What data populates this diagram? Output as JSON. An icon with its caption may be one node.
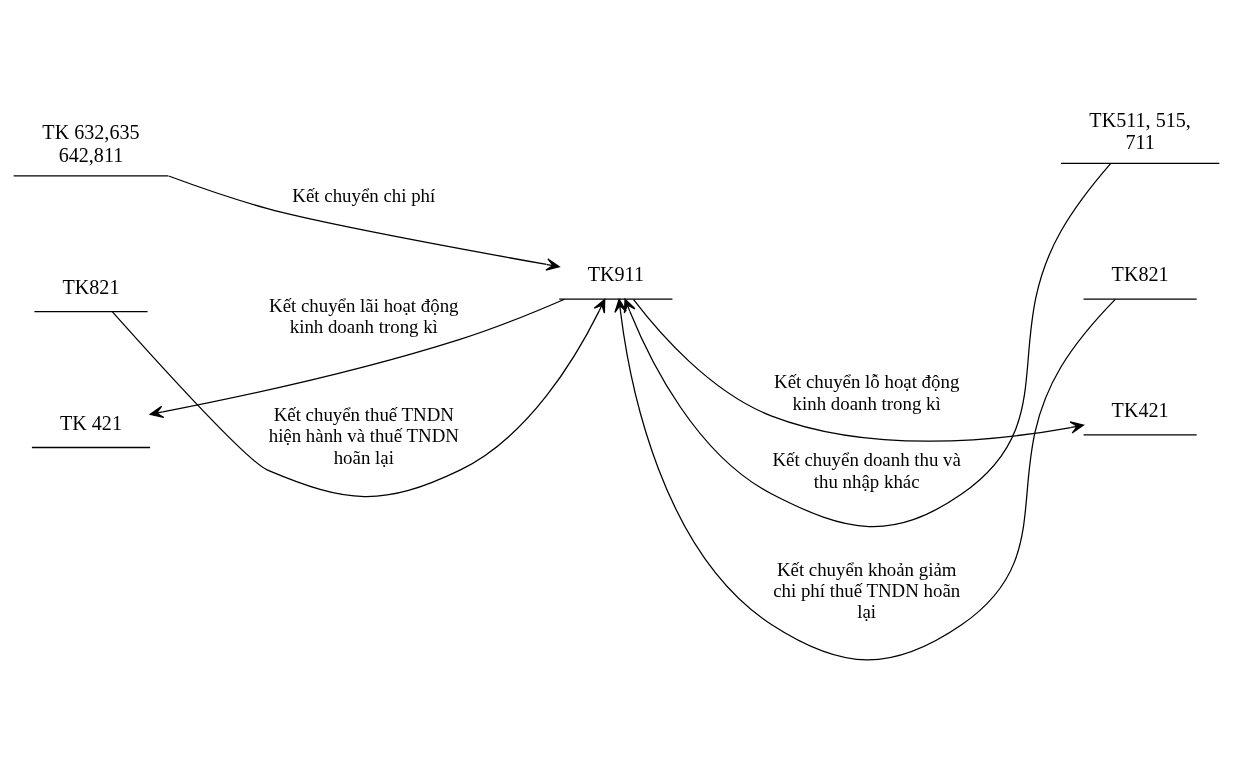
{
  "diagram": {
    "nodes": [
      {
        "text": [
          "TK 632,635 642,811"
        ]
      },
      {
        "text": [
          "TK911"
        ]
      },
      {
        "text": [
          "TK511, 515, 711"
        ]
      },
      {
        "text": [
          "TK821"
        ]
      },
      {
        "text": [
          "TK821"
        ]
      },
      {
        "text": [
          "TK 421"
        ]
      },
      {
        "text": [
          "TK421"
        ]
      }
    ],
    "edges": [
      {
        "from": 0,
        "to": 1,
        "arrow": "to",
        "label": "Kết chuyển chi phí"
      },
      {
        "from": 2,
        "to": 1,
        "arrow": "to",
        "label": "Kết chuyển doanh thu và thu nhập khác"
      },
      {
        "from": 3,
        "to": 1,
        "arrow": "to",
        "label": "Kết chuyển thuế TNDN hiện hành và thuế TNDN hoãn lại"
      },
      {
        "from": 4,
        "to": 1,
        "arrow": "to",
        "label": "Kết chuyển khoản giảm chi phí thuế TNDN hoãn lại"
      },
      {
        "from": 1,
        "to": 5,
        "arrow": "to",
        "label": "Kết chuyển lãi hoạt động kinh doanh trong kì"
      },
      {
        "from": 1,
        "to": 6,
        "arrow": "to",
        "label": "Kết chuyển lỗ hoạt động kinh doanh trong kì"
      }
    ]
  }
}
